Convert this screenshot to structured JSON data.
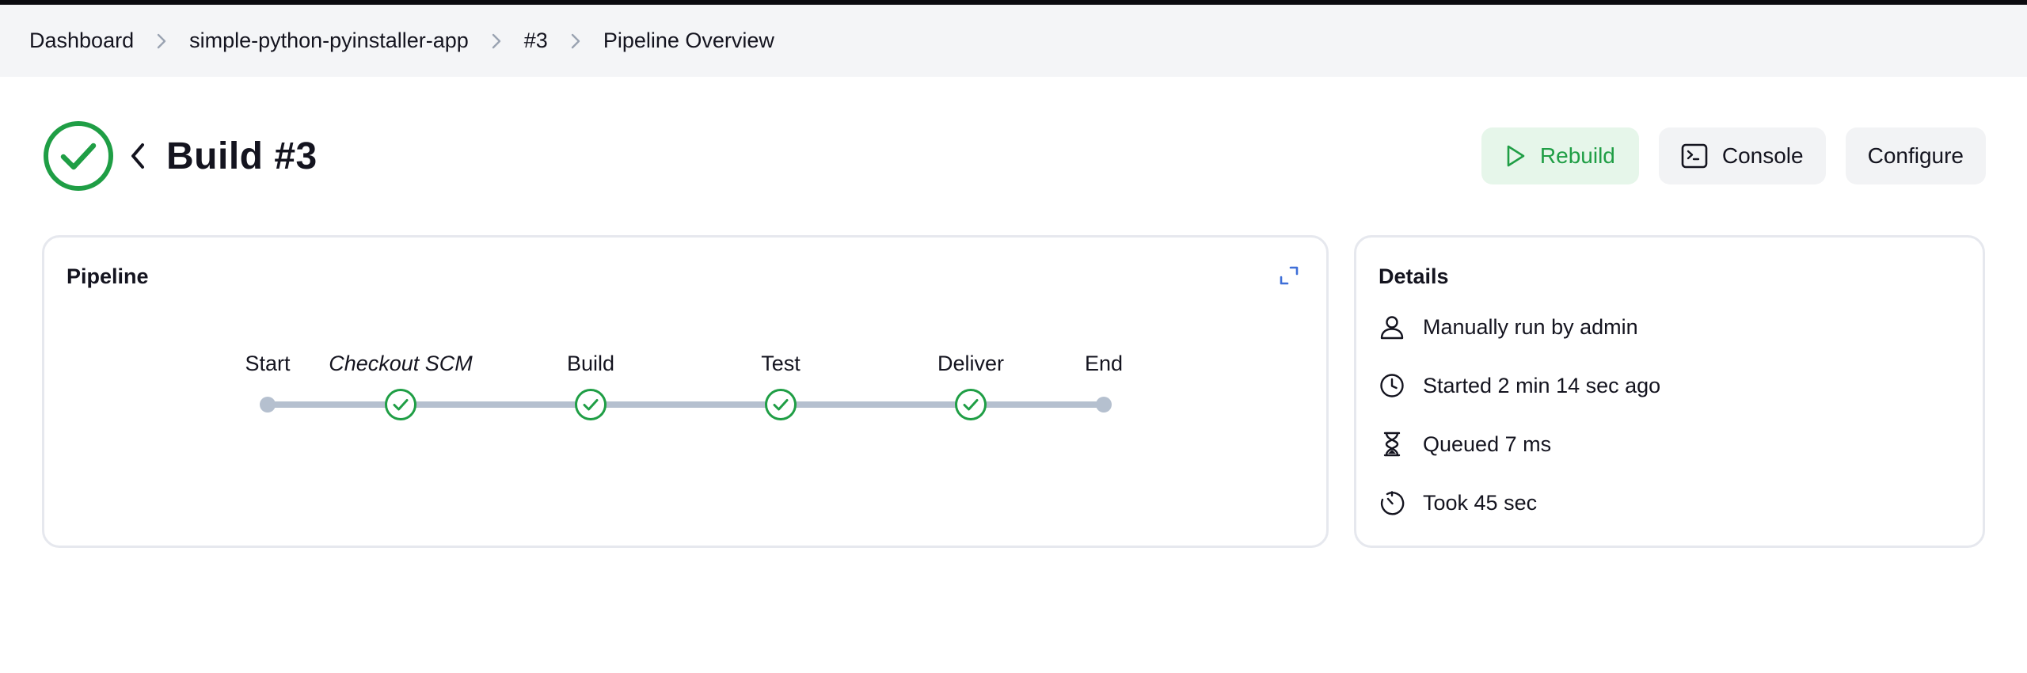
{
  "breadcrumb": {
    "items": [
      "Dashboard",
      "simple-python-pyinstaller-app",
      "#3",
      "Pipeline Overview"
    ]
  },
  "build": {
    "title": "Build #3",
    "status": "success"
  },
  "actions": {
    "rebuild_label": "Rebuild",
    "console_label": "Console",
    "configure_label": "Configure"
  },
  "pipeline": {
    "title": "Pipeline",
    "stages": [
      {
        "label": "Start",
        "type": "endpoint"
      },
      {
        "label": "Checkout SCM",
        "type": "stage",
        "status": "success"
      },
      {
        "label": "Build",
        "type": "stage",
        "status": "success"
      },
      {
        "label": "Test",
        "type": "stage",
        "status": "success"
      },
      {
        "label": "Deliver",
        "type": "stage",
        "status": "success"
      },
      {
        "label": "End",
        "type": "endpoint"
      }
    ]
  },
  "details": {
    "title": "Details",
    "run_by": "Manually run by admin",
    "started": "Started 2 min 14 sec ago",
    "queued": "Queued 7 ms",
    "took": "Took 45 sec"
  },
  "colors": {
    "success": "#1f9e45",
    "track": "#b5c0cf",
    "rebuild_bg": "#e6f6ea",
    "button_bg": "#f2f3f5",
    "breadcrumb_bg": "#f4f5f7"
  },
  "icons": {
    "status": "check-circle-icon",
    "back": "chevron-left-icon",
    "rebuild": "play-icon",
    "console": "terminal-icon",
    "expand": "expand-icon",
    "run_by": "user-icon",
    "started": "clock-icon",
    "queued": "hourglass-icon",
    "took": "timer-icon"
  }
}
